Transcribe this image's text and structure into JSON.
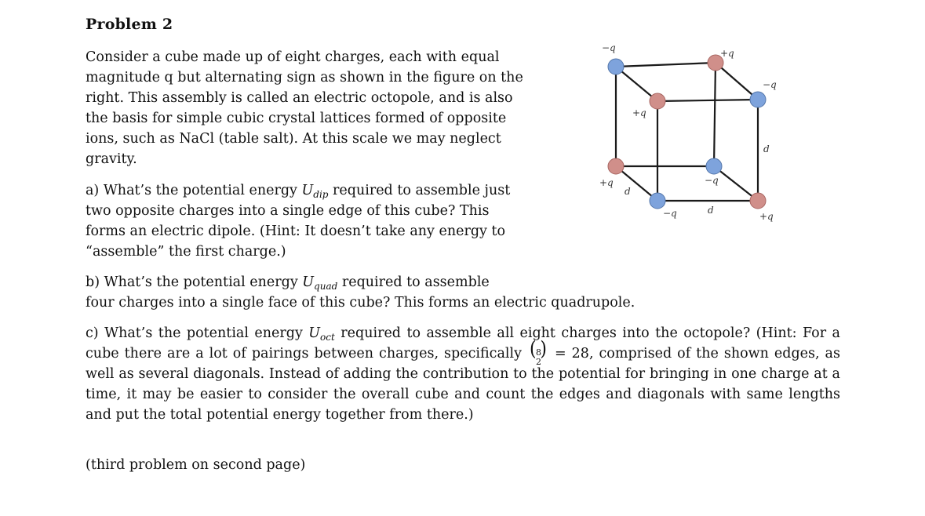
{
  "heading": "Problem 2",
  "intro": "Consider a cube made up of eight charges, each with equal magnitude q but alternating sign as shown in the figure on the right. This assembly is called an electric octopole, and is also the basis for simple cubic crystal lattices formed of opposite ions, such as NaCl (table salt). At this scale we may neglect gravity.",
  "part_a": {
    "label": "a) What’s the potential energy",
    "symbol": "U",
    "subscript": "dip",
    "rest": "required to assemble just two opposite charges into a single edge of this cube? This forms an electric dipole. (Hint: It doesn’t take any energy to “assemble” the first charge.)"
  },
  "part_b": {
    "label": "b) What’s the potential energy",
    "symbol": "U",
    "subscript": "quad",
    "rest_line1": "required to assemble",
    "rest_line2": "four charges into a single face of this cube? This forms an electric quadrupole."
  },
  "part_c": {
    "label": "c) What’s the potential energy",
    "symbol": "U",
    "subscript": "oct",
    "mid": "required to assemble all eight charges into the octopole? (Hint: For a cube there are a lot of pairings between charges, specifically",
    "binom_n": "8",
    "binom_k": "2",
    "binom_value": "= 28",
    "rest": ", comprised of the shown edges, as well as several diagonals. Instead of adding the contribution to the potential for bringing in one charge at a time, it may be easier to consider the overall cube and count the edges and diagonals with same lengths and put the total potential energy together from there.)"
  },
  "footer": "(third problem on second page)",
  "figure": {
    "colors": {
      "negative": "#7ea3dc",
      "positive": "#d08f8a",
      "edge": "#1a1a1a"
    },
    "labels": {
      "tl_back": "−q",
      "tr_back": "+q",
      "tr_front": "−q",
      "tl_front": "+q",
      "bl_back": "+q",
      "br_back": "−q",
      "bl_front": "−q",
      "br_front": "+q",
      "edge_right": "d",
      "edge_bottom": "d",
      "edge_diag": "d"
    }
  }
}
